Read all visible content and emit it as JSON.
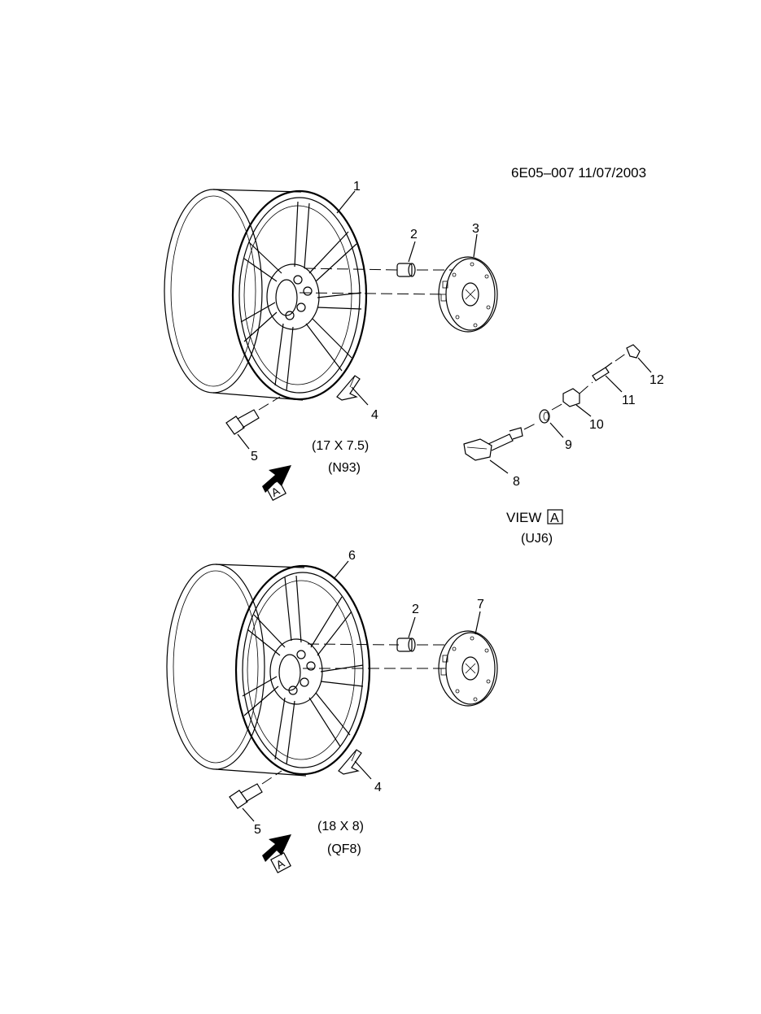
{
  "header": {
    "code_date": "6E05–007  11/07/2003"
  },
  "callouts": {
    "c1": "1",
    "c2a": "2",
    "c3": "3",
    "c4a": "4",
    "c5a": "5",
    "c6": "6",
    "c2b": "2",
    "c7": "7",
    "c4b": "4",
    "c5b": "5",
    "c8": "8",
    "c9": "9",
    "c10": "10",
    "c11": "11",
    "c12": "12"
  },
  "wheel_upper": {
    "size": "(17 X 7.5)",
    "code": "(N93)"
  },
  "wheel_lower": {
    "size": "(18 X 8)",
    "code": "(QF8)"
  },
  "view_a": {
    "prefix": "VIEW",
    "letter": "A",
    "code": "(UJ6)"
  },
  "view_markers": {
    "upper": "A",
    "lower": "A"
  }
}
